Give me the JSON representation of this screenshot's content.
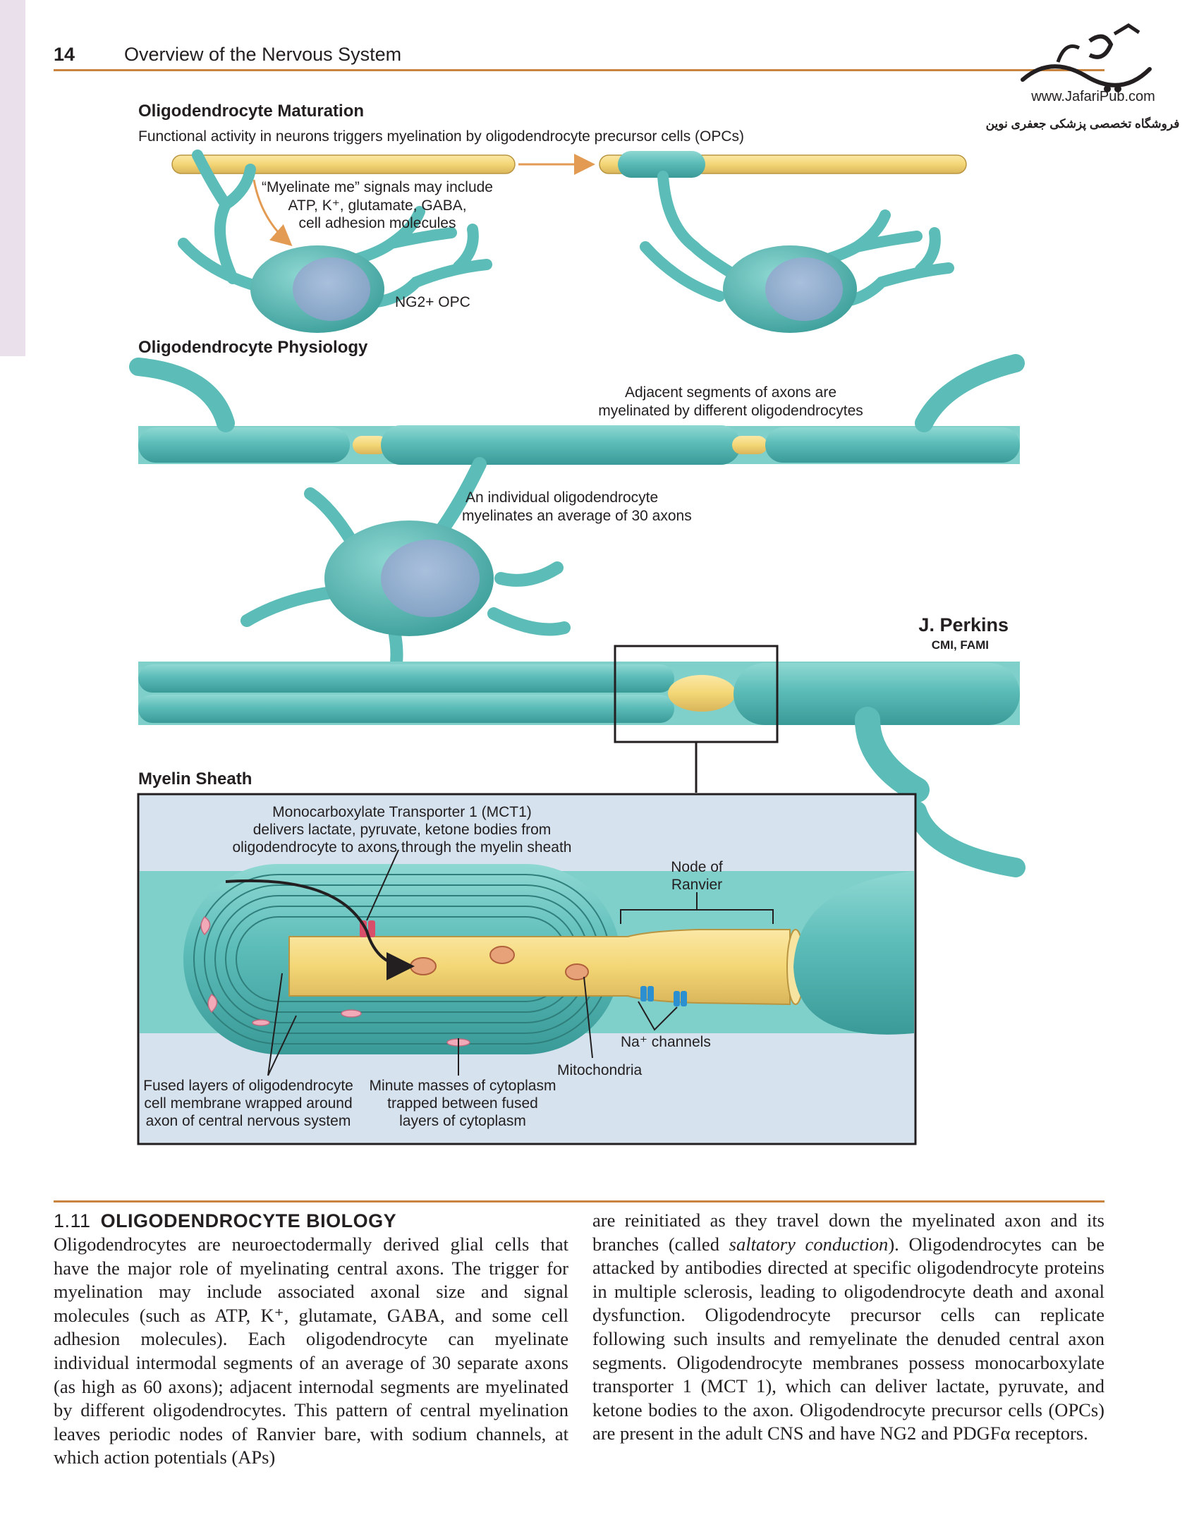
{
  "header": {
    "page_number": "14",
    "running_title": "Overview of the Nervous System",
    "logo_url": "www.JafariPub.com",
    "logo_tagline": "فروشگاه تخصصی پزشکی جعفری نوین"
  },
  "figure": {
    "maturation": {
      "title": "Oligodendrocyte Maturation",
      "subtitle": "Functional activity in neurons triggers myelination by oligodendrocyte precursor cells (OPCs)",
      "signals_line1": "“Myelinate me” signals may include",
      "signals_line2": "ATP, K⁺, glutamate, GABA,",
      "signals_line3": "cell adhesion molecules",
      "opc_label": "NG2+ OPC"
    },
    "physiology": {
      "title": "Oligodendrocyte Physiology",
      "adjacent_line1": "Adjacent segments of axons are",
      "adjacent_line2": "myelinated by different oligodendrocytes",
      "individual_line1": "An individual oligodendrocyte",
      "individual_line2": "myelinates an average of 30 axons"
    },
    "signature": {
      "name": "J. Perkins",
      "credentials": "CMI, FAMI"
    },
    "sheath": {
      "title": "Myelin Sheath",
      "mct_line1": "Monocarboxylate Transporter 1 (MCT1)",
      "mct_line2": "delivers lactate, pyruvate, ketone bodies from",
      "mct_line3": "oligodendrocyte to axons through the myelin sheath",
      "node_line1": "Node of",
      "node_line2": "Ranvier",
      "na_channels": "Na⁺ channels",
      "mitochondria": "Mitochondria",
      "fused_line1": "Fused layers of oligodendrocyte",
      "fused_line2": "cell membrane wrapped around",
      "fused_line3": "axon of central nervous system",
      "minute_line1": "Minute masses of cytoplasm",
      "minute_line2": "trapped between fused",
      "minute_line3": "layers of cytoplasm"
    }
  },
  "section": {
    "number": "1.11",
    "title": "OLIGODENDROCYTE BIOLOGY",
    "left_column": [
      "Oligodendrocytes are neuroectodermally derived glial cells that have the major role of myelinating central axons. The trigger for myelination may include associated axonal size and signal molecules (such as ATP, K⁺, glutamate, GABA, and some cell adhesion molecules). Each oligodendrocyte can myelinate individual intermodal segments of an average of 30 separate axons (as high as 60 axons); adjacent internodal segments are myelinated by different oligodendrocytes. This pattern of central myelination leaves periodic nodes of Ranvier bare, with sodium channels, at which action potentials (APs)"
    ],
    "right_column_before_italic": "are reinitiated as they travel down the myelinated axon and its branches (called ",
    "right_column_italic": "saltatory conduction",
    "right_column_after_italic": "). Oligodendrocytes can be attacked by antibodies directed at specific oligodendrocyte proteins in multiple sclerosis, leading to oligodendrocyte death and axonal dysfunction. Oligodendrocyte precursor cells can replicate following such insults and remyelinate the denuded central axon segments. Oligodendrocyte membranes possess monocarboxylate transporter 1 (MCT 1), which can deliver lactate, pyruvate, and ketone bodies to the axon. Oligodendrocyte precursor cells (OPCs) are present in the adult CNS and have NG2 and PDGFα receptors."
  },
  "colors": {
    "accent_rule": "#c9853f",
    "myelin_teal": "#5bbcb8",
    "axon_yellow": "#f3d675",
    "nucleus_blue": "#8faecd",
    "sheath_bg": "#d6e3ef",
    "sidebar_tab": "#e9e0ec"
  },
  "icons": [
    "logo-mark-icon",
    "arrow-right-icon",
    "curved-arrow-icon",
    "mct1-transporter-icon",
    "na-channel-icon",
    "mitochondrion-icon"
  ]
}
